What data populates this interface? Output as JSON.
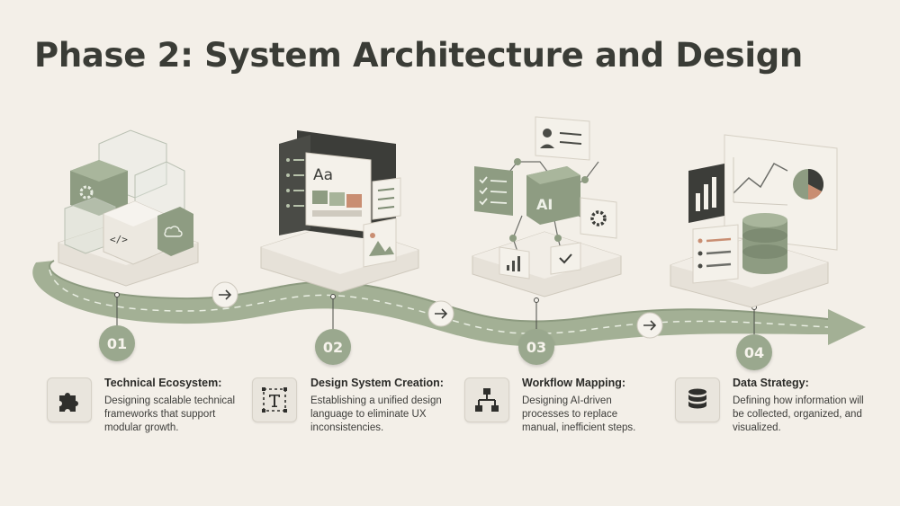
{
  "title": "Phase 2: System Architecture and Design",
  "steps": [
    {
      "number": "01",
      "title": "Technical Ecosystem:",
      "desc": "Designing scalable technical frameworks that support modular growth.",
      "icon": "puzzle-icon"
    },
    {
      "number": "02",
      "title": "Design System Creation:",
      "desc": "Establishing a unified design language to eliminate UX inconsistencies.",
      "icon": "text-frame-icon"
    },
    {
      "number": "03",
      "title": "Workflow Mapping:",
      "desc": "Designing AI-driven processes to replace manual, inefficient steps.",
      "icon": "flowchart-icon"
    },
    {
      "number": "04",
      "title": "Data Strategy:",
      "desc": "Defining how information will be collected, organized, and visualized.",
      "icon": "database-icon"
    }
  ],
  "illustrations": {
    "design_card_text": "Aa",
    "ai_chip_text": "AI",
    "code_text": "</>"
  },
  "colors": {
    "background": "#f3efe8",
    "sage": "#9aa88e",
    "sage_dark": "#7d8b72",
    "cream": "#e9e5dd",
    "charcoal": "#3c3d39",
    "accent": "#c98e72"
  }
}
